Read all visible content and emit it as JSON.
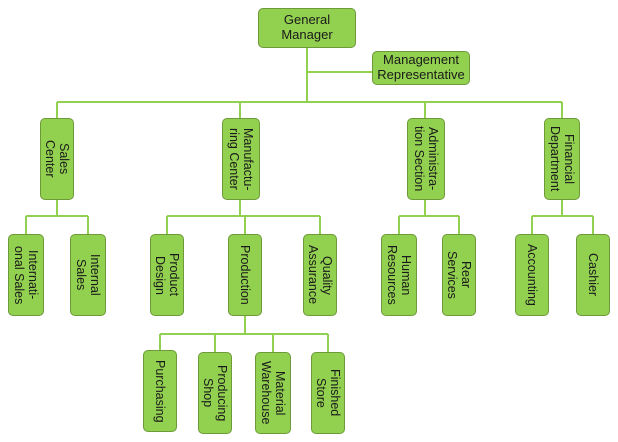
{
  "nodes": {
    "general_manager": "General\nManager",
    "management_representative": "Management\nRepresentative",
    "sales_center": "Sales\nCenter",
    "manufacturing_center": "Manufactu-\nring Center",
    "administration_section": "Administra-\ntion Section",
    "financial_department": "Financial\nDepartment",
    "international_sales": "Internati-\nonal Sales",
    "internal_sales": "Internal\nSales",
    "product_design": "Product\nDesign",
    "production": "Production",
    "quality_assurance": "Quality\nAssurance",
    "human_resources": "Human\nResources",
    "rear_services": "Rear\nServices",
    "accounting": "Accounting",
    "cashier": "Cashier",
    "purchasing": "Purchasing",
    "producing_shop": "Producing\nShop",
    "material_warehouse": "Material\nWarehouse",
    "finished_store": "Finished\nStore"
  },
  "colors": {
    "node_fill": "#92d050",
    "node_border": "#6e9a3a",
    "line": "#92d050"
  }
}
